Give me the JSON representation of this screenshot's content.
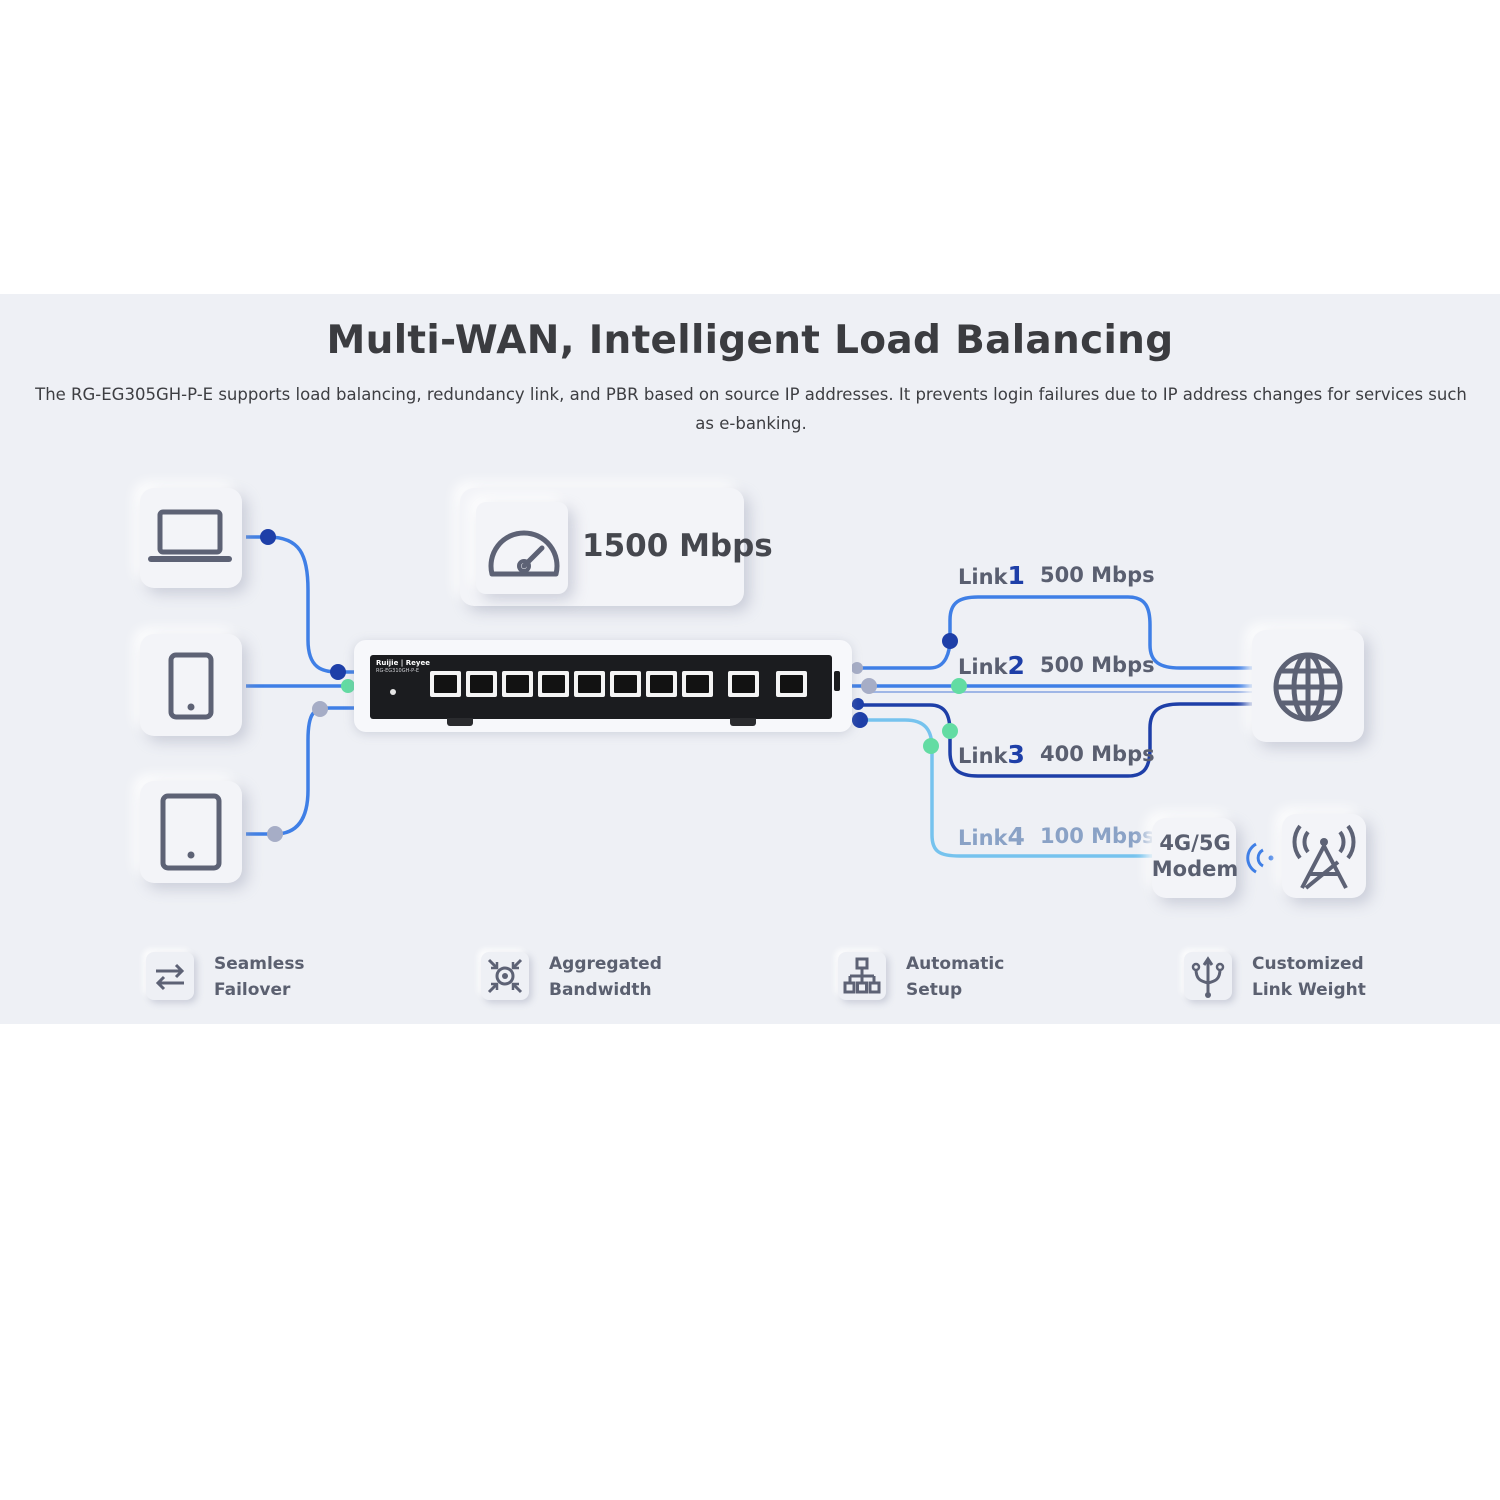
{
  "title": "Multi-WAN, Intelligent Load Balancing",
  "description": "The RG-EG305GH-P-E supports load balancing, redundancy link, and PBR based on source IP addresses. It prevents login failures due to IP address changes for services such as e-banking.",
  "total_speed": "1500 Mbps",
  "device": {
    "brand": "Ruijie | Reyee",
    "model": "RG-EG310GH-P-E"
  },
  "links": [
    {
      "name": "Link",
      "num": "1",
      "speed": "500 Mbps"
    },
    {
      "name": "Link",
      "num": "2",
      "speed": "500 Mbps"
    },
    {
      "name": "Link",
      "num": "3",
      "speed": "400 Mbps"
    },
    {
      "name": "Link",
      "num": "4",
      "speed": "100 Mbps"
    }
  ],
  "modem": {
    "line1": "4G/5G",
    "line2": "Modem"
  },
  "features": [
    {
      "line1": "Seamless",
      "line2": "Failover",
      "icon": "failover-arrows-icon"
    },
    {
      "line1": "Aggregated",
      "line2": "Bandwidth",
      "icon": "aggregate-icon"
    },
    {
      "line1": "Automatic",
      "line2": "Setup",
      "icon": "hierarchy-icon"
    },
    {
      "line1": "Customized",
      "line2": "Link Weight",
      "icon": "trident-icon"
    }
  ],
  "colors": {
    "dark_blue": "#1e3fa8",
    "blue": "#3f7fe6",
    "light_blue": "#76c3ee",
    "gray": "#a6adc6",
    "green": "#63dca3"
  }
}
